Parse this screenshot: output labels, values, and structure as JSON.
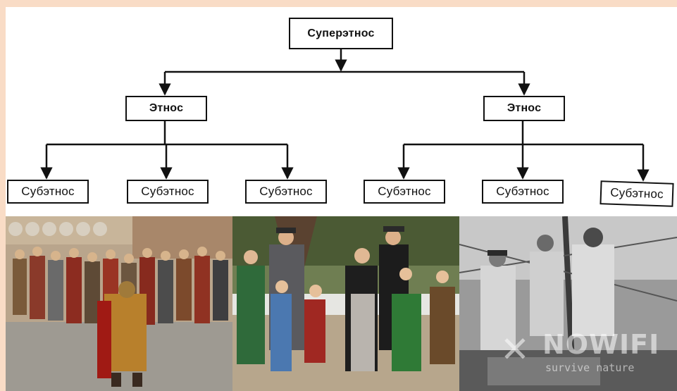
{
  "diagram": {
    "root": "Суперэтнос",
    "ethnos": [
      {
        "label": "Этнос",
        "subs": [
          "Субэтнос",
          "Субэтнос",
          "Субэтнос"
        ]
      },
      {
        "label": "Этнос",
        "subs": [
          "Субэтнос",
          "Субэтнос",
          "Субэтнос"
        ]
      }
    ]
  },
  "photos": [
    {
      "subject": "roman-legionaries-group"
    },
    {
      "subject": "bavarian-costume-family"
    },
    {
      "subject": "sailors-on-ship"
    }
  ],
  "watermark": {
    "brand": "NOWIFI",
    "tagline": "survive nature"
  }
}
